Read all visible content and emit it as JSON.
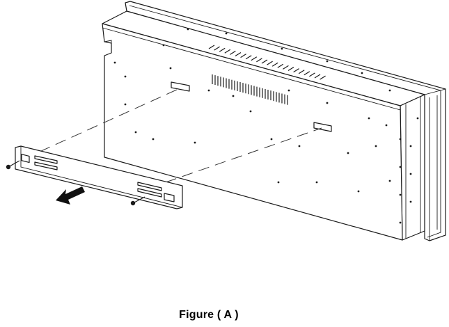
{
  "figure": {
    "caption": "Figure ( A )"
  },
  "diagram": {
    "parts": [
      {
        "name": "fireplace-unit-back",
        "icon": "fireplace-rear-panel"
      },
      {
        "name": "wall-mount-bracket",
        "icon": "mounting-bracket"
      },
      {
        "name": "screw-left",
        "icon": "screw"
      },
      {
        "name": "screw-right",
        "icon": "screw"
      },
      {
        "name": "removal-direction-arrow",
        "icon": "arrow-left-down"
      }
    ],
    "line_color": "#1a1a1a",
    "background": "#ffffff"
  }
}
